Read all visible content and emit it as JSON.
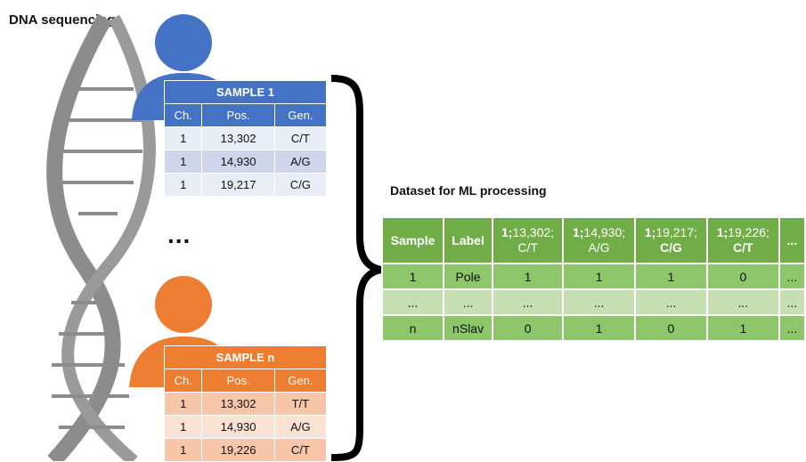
{
  "title": "DNA sequencing",
  "ellipsis": "...",
  "colors": {
    "sample1": "#4472C4",
    "sampleN": "#ED7D31",
    "dataset": "#70AD47",
    "dna": "#8C8C8C"
  },
  "sample1": {
    "title": "SAMPLE 1",
    "columns": [
      "Ch.",
      "Pos.",
      "Gen."
    ],
    "rows": [
      [
        "1",
        "13,302",
        "C/T"
      ],
      [
        "1",
        "14,930",
        "A/G"
      ],
      [
        "1",
        "19,217",
        "C/G"
      ]
    ]
  },
  "sampleN": {
    "title": "SAMPLE n",
    "columns": [
      "Ch.",
      "Pos.",
      "Gen."
    ],
    "rows": [
      [
        "1",
        "13,302",
        "T/T"
      ],
      [
        "1",
        "14,930",
        "A/G"
      ],
      [
        "1",
        "19,226",
        "C/T"
      ]
    ]
  },
  "dataset": {
    "title": "Dataset for ML processing",
    "headers": {
      "sample": "Sample",
      "label": "Label",
      "f1": {
        "ch": "1;",
        "pos": "13,302;",
        "gen": "C/T"
      },
      "f2": {
        "ch": "1;",
        "pos": "14,930;",
        "gen": "A/G"
      },
      "f3": {
        "ch": "1;",
        "pos": "19,217;",
        "gen": "C/G"
      },
      "f4": {
        "ch": "1;",
        "pos": "19,226;",
        "gen": "C/T"
      },
      "more": "..."
    },
    "rows": [
      [
        "1",
        "Pole",
        "1",
        "1",
        "1",
        "0",
        "..."
      ],
      [
        "...",
        "...",
        "...",
        "...",
        "...",
        "...",
        "..."
      ],
      [
        "n",
        "nSlav",
        "0",
        "1",
        "0",
        "1",
        "..."
      ]
    ]
  }
}
